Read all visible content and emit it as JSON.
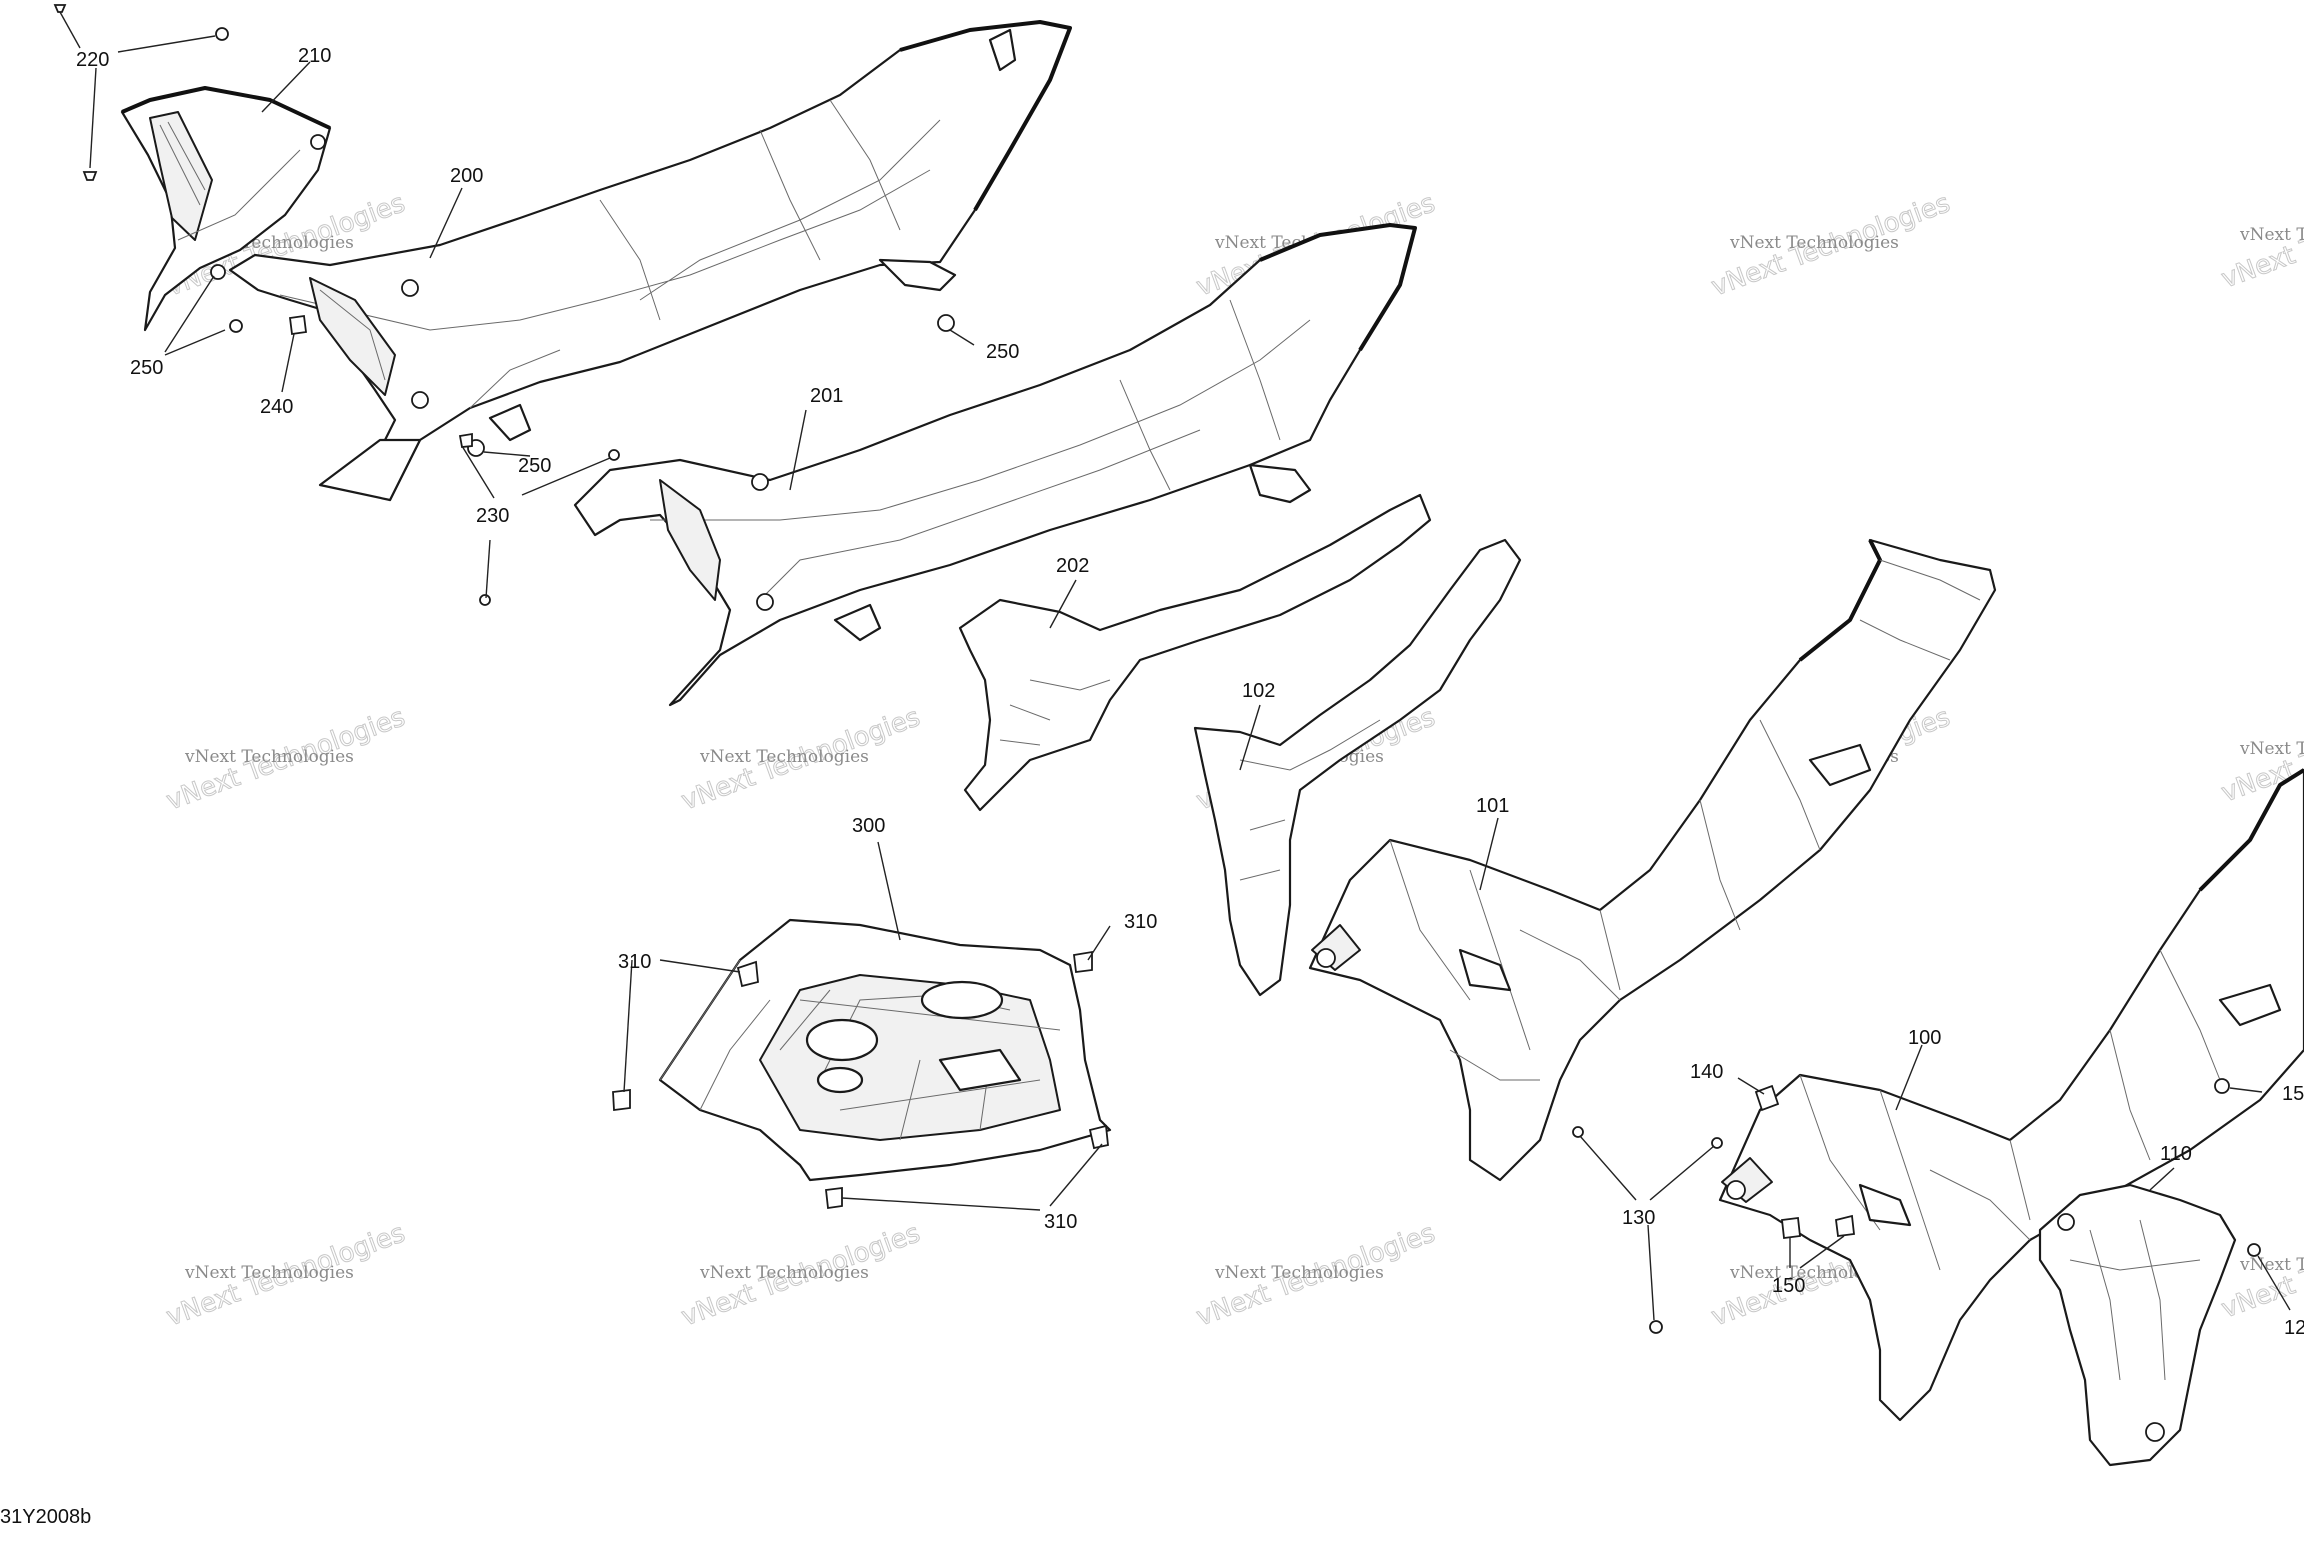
{
  "diagram": {
    "document_id": "31Y2008b",
    "watermark": {
      "line1": "vNext Technologies",
      "line2": "vNext Technologies"
    },
    "callouts": [
      {
        "id": "c220",
        "label": "220"
      },
      {
        "id": "c210",
        "label": "210"
      },
      {
        "id": "c200",
        "label": "200"
      },
      {
        "id": "c250a",
        "label": "250"
      },
      {
        "id": "c240",
        "label": "240"
      },
      {
        "id": "c250b",
        "label": "250"
      },
      {
        "id": "c250c",
        "label": "250"
      },
      {
        "id": "c230",
        "label": "230"
      },
      {
        "id": "c201",
        "label": "201"
      },
      {
        "id": "c202",
        "label": "202"
      },
      {
        "id": "c102",
        "label": "102"
      },
      {
        "id": "c101",
        "label": "101"
      },
      {
        "id": "c300",
        "label": "300"
      },
      {
        "id": "c310a",
        "label": "310"
      },
      {
        "id": "c310b",
        "label": "310"
      },
      {
        "id": "c310c",
        "label": "310"
      },
      {
        "id": "c140",
        "label": "140"
      },
      {
        "id": "c100",
        "label": "100"
      },
      {
        "id": "c15a",
        "label": "15"
      },
      {
        "id": "c110",
        "label": "110"
      },
      {
        "id": "c130",
        "label": "130"
      },
      {
        "id": "c150",
        "label": "150"
      },
      {
        "id": "c12",
        "label": "12"
      }
    ]
  }
}
